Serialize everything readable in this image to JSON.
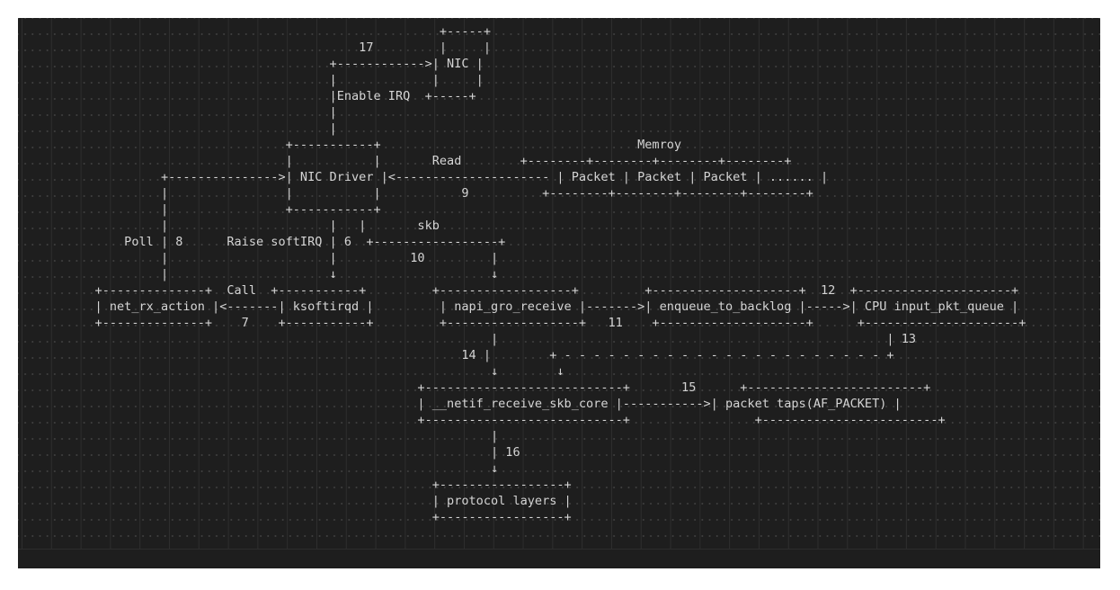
{
  "diagram": {
    "lines": [
      "                                                         +-----+",
      "                                              17         |     |",
      "                                          +------------>| NIC |",
      "                                          |             |     |",
      "                                          |Enable IRQ  +-----+",
      "                                          |",
      "                                          |",
      "                                    +-----------+                                   Memroy",
      "                                    |           |       Read        +--------+--------+--------+--------+",
      "                   +--------------->| NIC Driver |<--------------------- | Packet | Packet | Packet | ...... |",
      "                   |                |           |           9          +--------+--------+--------+--------+",
      "                   |                +-----------+",
      "                   |                      |   |       skb",
      "              Poll | 8      Raise softIRQ | 6  +-----------------+",
      "                   |                      |          10         |",
      "                   |                      ↓                     ↓",
      "          +--------------+  Call  +-----------+         +------------------+         +--------------------+  12  +---------------------+",
      "          | net_rx_action |<-------| ksoftirqd |         | napi_gro_receive |------->| enqueue_to_backlog |----->| CPU input_pkt_queue |",
      "          +--------------+    7    +-----------+         +------------------+   11    +--------------------+      +---------------------+",
      "                                                                |                                                     | 13",
      "                                                            14 |        + - - - - - - - - - - - - - - - - - - - - - - +",
      "                                                                ↓        ↓",
      "                                                      +---------------------------+       15      +------------------------+",
      "                                                      | __netif_receive_skb_core |----------->| packet taps(AF_PACKET) |",
      "                                                      +---------------------------+                 +------------------------+",
      "                                                                |",
      "                                                                | 16",
      "                                                                ↓",
      "                                                        +-----------------+",
      "                                                        | protocol layers |",
      "                                                        +-----------------+"
    ]
  }
}
